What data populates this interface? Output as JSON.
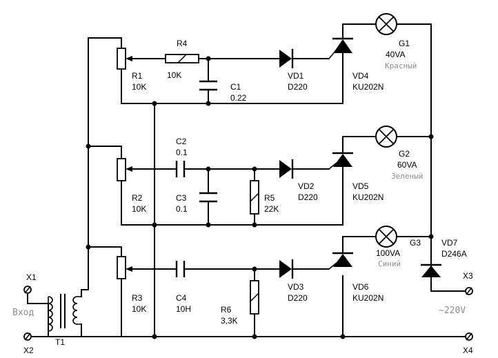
{
  "labels": {
    "x1": "X1",
    "x2": "X2",
    "x3": "X3",
    "x4": "X4",
    "input": "Вход",
    "t1": "T1",
    "mains": "~220V",
    "r1": "R1",
    "r1_val": "10K",
    "r2": "R2",
    "r2_val": "10K",
    "r3": "R3",
    "r3_val": "10K",
    "r4": "R4",
    "r4_val": "10K",
    "r5": "R5",
    "r5_val": "22K",
    "r6": "R6",
    "r6_val": "3,3K",
    "c1": "C1",
    "c1_val": "0.22",
    "c2": "C2",
    "c2_val": "0.1",
    "c3": "C3",
    "c3_val": "0.1",
    "c4": "C4",
    "c4_val": "10Н",
    "vd1": "VD1",
    "vd1_val": "D220",
    "vd2": "VD2",
    "vd2_val": "D220",
    "vd3": "VD3",
    "vd3_val": "D220",
    "vd4": "VD4",
    "vd4_val": "KU202N",
    "vd5": "VD5",
    "vd5_val": "KU202N",
    "vd6": "VD6",
    "vd6_val": "KU202N",
    "vd7": "VD7",
    "vd7_val": "D246A",
    "g1": "G1",
    "g1_val": "40VA",
    "g1_color": "Красный",
    "g2": "G2",
    "g2_val": "60VA",
    "g2_color": "Зеленый",
    "g3": "G3",
    "g3_val": "100VA",
    "g3_color": "Синий"
  }
}
